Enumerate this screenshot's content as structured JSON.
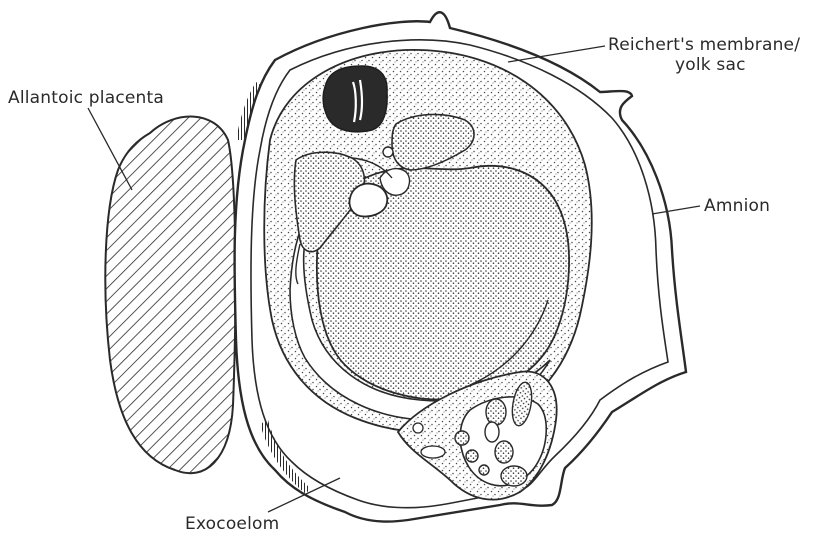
{
  "labels": {
    "reichert_line1": "Reichert's membrane/",
    "reichert_line2": "yolk sac",
    "allantoic_placenta": "Allantoic placenta",
    "amnion": "Amnion",
    "exocoelom": "Exocoelom"
  },
  "colors": {
    "ink": "#2a2a2a",
    "stipple": "#4a4a4a",
    "background": "#ffffff"
  }
}
